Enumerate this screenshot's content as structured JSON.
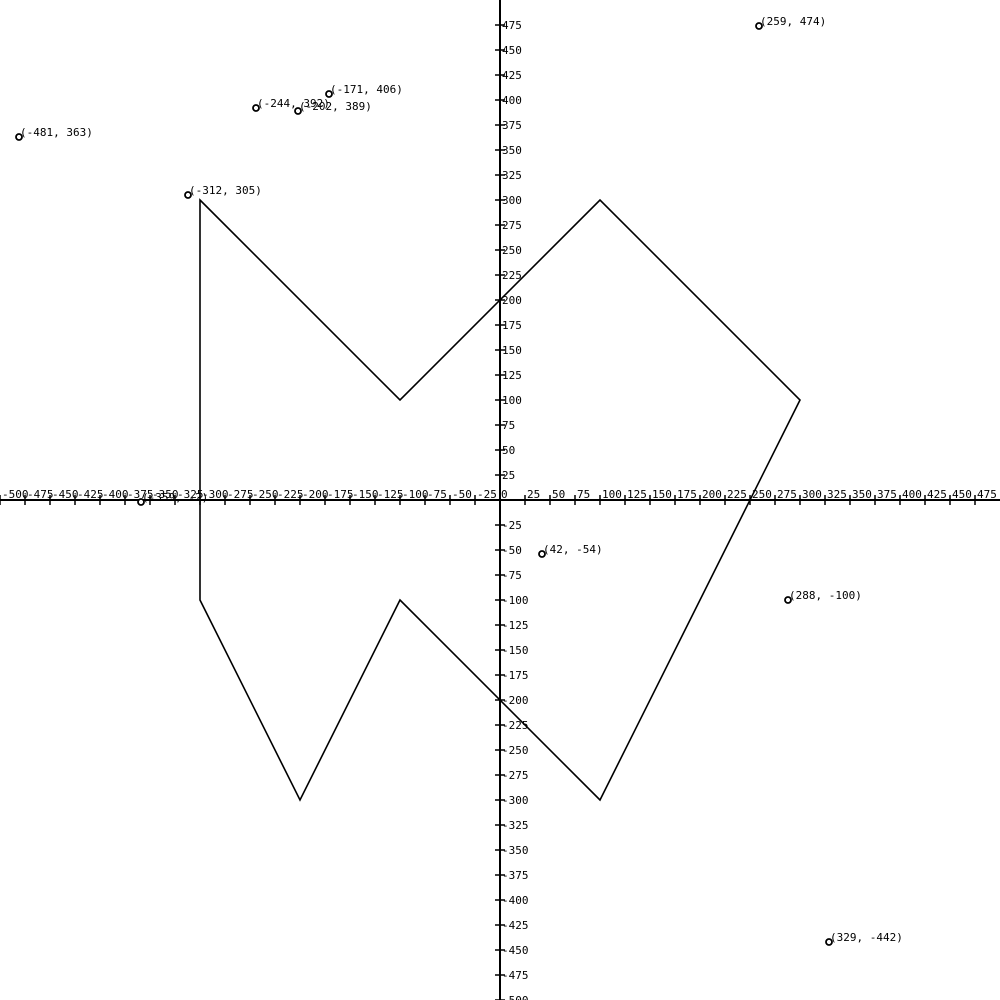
{
  "chart_data": {
    "type": "scatter",
    "title": "",
    "xlabel": "",
    "ylabel": "",
    "xlim": [
      -500,
      500
    ],
    "ylim": [
      -500,
      500
    ],
    "tick_step": 25,
    "grid": false,
    "polygon": [
      [
        -300,
        300
      ],
      [
        -100,
        100
      ],
      [
        100,
        300
      ],
      [
        300,
        100
      ],
      [
        100,
        -300
      ],
      [
        -100,
        -100
      ],
      [
        -200,
        -300
      ],
      [
        -300,
        -100
      ]
    ],
    "points": [
      {
        "x": 259,
        "y": 474,
        "label": "(259, 474)"
      },
      {
        "x": -171,
        "y": 406,
        "label": "(-171, 406)"
      },
      {
        "x": -244,
        "y": 392,
        "label": "(-244, 392)"
      },
      {
        "x": -202,
        "y": 389,
        "label": "(-202, 389)"
      },
      {
        "x": -481,
        "y": 363,
        "label": "(-481, 363)"
      },
      {
        "x": -312,
        "y": 305,
        "label": "(-312, 305)"
      },
      {
        "x": -359,
        "y": -2,
        "label": "(-359, -2)"
      },
      {
        "x": 42,
        "y": -54,
        "label": "(42, -54)"
      },
      {
        "x": 288,
        "y": -100,
        "label": "(288, -100)"
      },
      {
        "x": 329,
        "y": -442,
        "label": "(329, -442)"
      }
    ]
  }
}
